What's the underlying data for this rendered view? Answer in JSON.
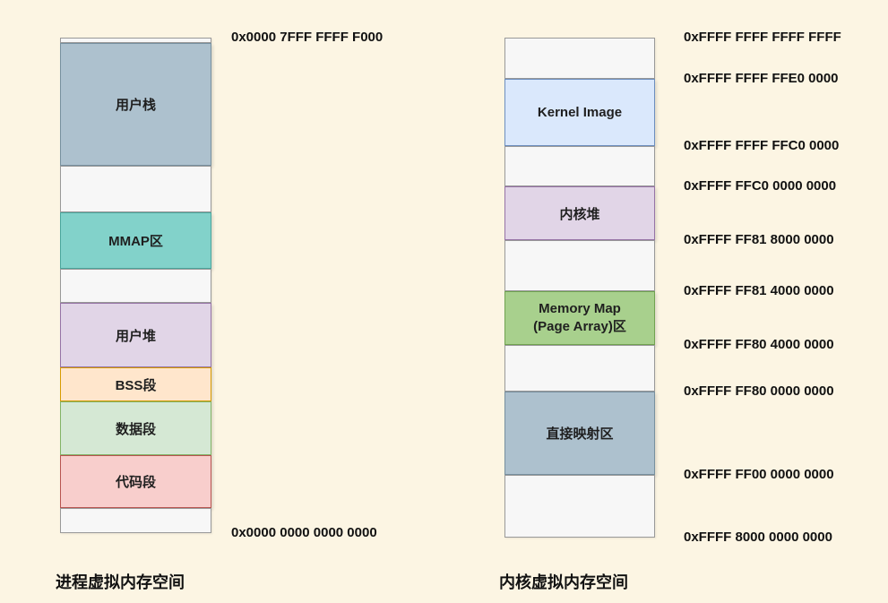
{
  "page": {
    "background_color": "#FCF5E3"
  },
  "left_diagram": {
    "title": "进程虚拟内存空间",
    "segments": [
      {
        "name": "top-guard-strip",
        "label": "",
        "fill": "#F7F7F7",
        "stroke": "#999999",
        "h": 6
      },
      {
        "name": "user-stack",
        "label": "用户栈",
        "fill": "#ADC1CE",
        "stroke": "#77909F",
        "h": 137
      },
      {
        "name": "empty-gap",
        "label": "",
        "fill": "#F7F7F7",
        "stroke": "#999999",
        "h": 52
      },
      {
        "name": "mmap-area",
        "label": "MMAP区",
        "fill": "#82D2CA",
        "stroke": "#4AA69D",
        "h": 63
      },
      {
        "name": "empty-gap",
        "label": "",
        "fill": "#F7F7F7",
        "stroke": "#999999",
        "h": 38
      },
      {
        "name": "user-heap",
        "label": "用户堆",
        "fill": "#E1D5E7",
        "stroke": "#9673A6",
        "h": 72
      },
      {
        "name": "bss-segment",
        "label": "BSS段",
        "fill": "#FFE6CC",
        "stroke": "#D79B00",
        "h": 38
      },
      {
        "name": "data-segment",
        "label": "数据段",
        "fill": "#D5E8D4",
        "stroke": "#82B366",
        "h": 60
      },
      {
        "name": "code-segment",
        "label": "代码段",
        "fill": "#F8CECC",
        "stroke": "#B85450",
        "h": 59
      },
      {
        "name": "empty-gap",
        "label": "",
        "fill": "#F7F7F7",
        "stroke": "#999999",
        "h": 28
      }
    ],
    "addresses": [
      {
        "text": "0x0000 7FFF FFFF F000",
        "boundary": 0
      },
      {
        "text": "0x0000 0000 0000 0000",
        "boundary": 10
      }
    ]
  },
  "right_diagram": {
    "title": "内核虚拟内存空间",
    "segments": [
      {
        "name": "empty-gap",
        "label": "",
        "fill": "#F7F7F7",
        "stroke": "#999999",
        "h": 46
      },
      {
        "name": "kernel-image",
        "label": "Kernel Image",
        "fill": "#DAE8FC",
        "stroke": "#6C8EBF",
        "h": 75
      },
      {
        "name": "empty-gap",
        "label": "",
        "fill": "#F7F7F7",
        "stroke": "#999999",
        "h": 45
      },
      {
        "name": "kernel-heap",
        "label": "内核堆",
        "fill": "#E1D5E7",
        "stroke": "#9673A6",
        "h": 60
      },
      {
        "name": "empty-gap",
        "label": "",
        "fill": "#F7F7F7",
        "stroke": "#999999",
        "h": 57
      },
      {
        "name": "memory-map-page-array",
        "label": "Memory Map\n(Page Array)区",
        "fill": "#A8D08D",
        "stroke": "#70A351",
        "h": 60
      },
      {
        "name": "empty-gap",
        "label": "",
        "fill": "#F7F7F7",
        "stroke": "#999999",
        "h": 52
      },
      {
        "name": "direct-mapping-area",
        "label": "直接映射区",
        "fill": "#ADC1CE",
        "stroke": "#77909F",
        "h": 93
      },
      {
        "name": "empty-gap",
        "label": "",
        "fill": "#F7F7F7",
        "stroke": "#999999",
        "h": 70
      }
    ],
    "addresses": [
      {
        "text": "0xFFFF FFFF FFFF FFFF",
        "boundary": 0
      },
      {
        "text": "0xFFFF FFFF FFE0 0000",
        "boundary": 1
      },
      {
        "text": "0xFFFF FFFF FFC0 0000",
        "boundary": 2
      },
      {
        "text": "0xFFFF FFC0 0000 0000",
        "boundary": 3
      },
      {
        "text": "0xFFFF FF81 8000 0000",
        "boundary": 4
      },
      {
        "text": "0xFFFF FF81 4000 0000",
        "boundary": 5
      },
      {
        "text": "0xFFFF FF80 4000 0000",
        "boundary": 6
      },
      {
        "text": "0xFFFF FF80 0000 0000",
        "boundary": 7
      },
      {
        "text": "0xFFFF FF00 0000 0000",
        "boundary": 8
      },
      {
        "text": "0xFFFF 8000 0000 0000",
        "boundary": 9
      }
    ]
  }
}
